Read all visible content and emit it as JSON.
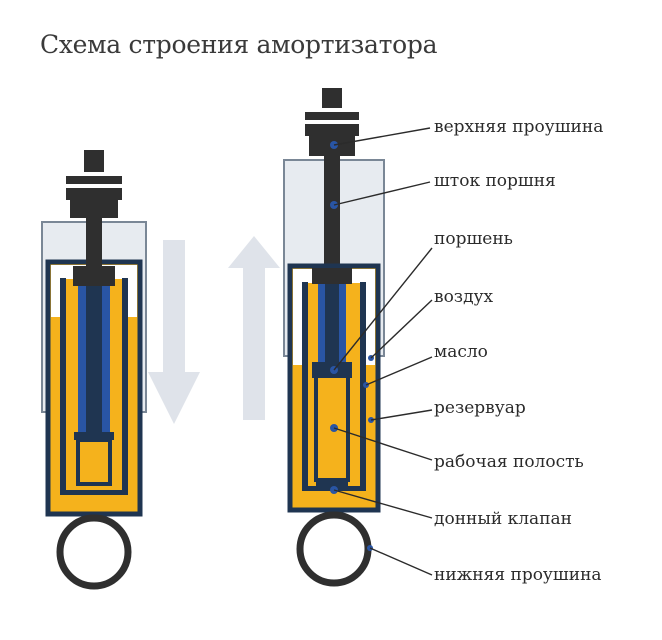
{
  "title": "Схема строения амортизатора",
  "colors": {
    "oil": "#f5b21c",
    "outline": "#1f3551",
    "blue": "#2955a4",
    "dark": "#2f2f2f",
    "glass": "#e7ebf0",
    "arrow": "#dfe3ea"
  },
  "labels": [
    {
      "id": "upper-eye",
      "text": "верхняя проушина"
    },
    {
      "id": "piston-rod",
      "text": "шток поршня"
    },
    {
      "id": "piston",
      "text": "поршень"
    },
    {
      "id": "air",
      "text": "воздух"
    },
    {
      "id": "oil",
      "text": "масло"
    },
    {
      "id": "reservoir",
      "text": "резервуар"
    },
    {
      "id": "working-chamber",
      "text": "рабочая полость"
    },
    {
      "id": "bottom-valve",
      "text": "донный клапан"
    },
    {
      "id": "lower-eye",
      "text": "нижняя проушина"
    }
  ],
  "arrows": [
    {
      "id": "compression-arrow",
      "direction": "down"
    },
    {
      "id": "rebound-arrow",
      "direction": "up"
    }
  ]
}
